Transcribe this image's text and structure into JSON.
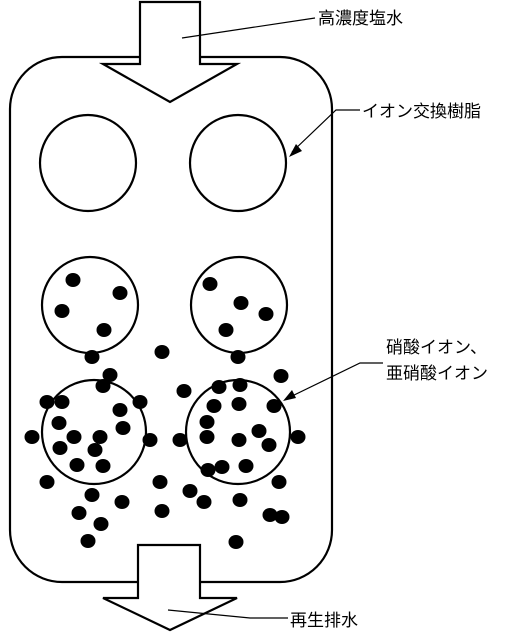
{
  "labels": {
    "inlet": "高濃度塩水",
    "resin": "イオン交換樹脂",
    "ions_line1": "硝酸イオン、",
    "ions_line2": "亜硝酸イオン",
    "outlet": "再生排水"
  },
  "colors": {
    "ink": "#000000",
    "background": "#ffffff"
  }
}
